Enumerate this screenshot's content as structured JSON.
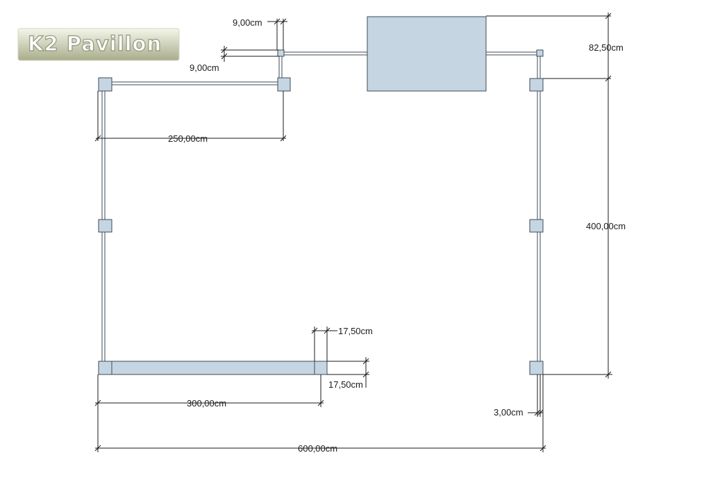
{
  "logo": {
    "text": "K2 Pavillon"
  },
  "dimensions": {
    "top_post_width": "9,00cm",
    "top_post_height": "9,00cm",
    "top_offset": "82,50cm",
    "inner_wall": "250,00cm",
    "right_depth": "400,00cm",
    "bottom_post_a": "17,50cm",
    "bottom_post_b": "17,50cm",
    "counter_length": "300,00cm",
    "bottom_offset": "3,00cm",
    "total_width": "600,00cm"
  },
  "colors": {
    "fill": "#c5d6e2",
    "outline": "#3c4a56",
    "logo_start": "#f4f6e9",
    "logo_end": "#a9ad8c"
  }
}
